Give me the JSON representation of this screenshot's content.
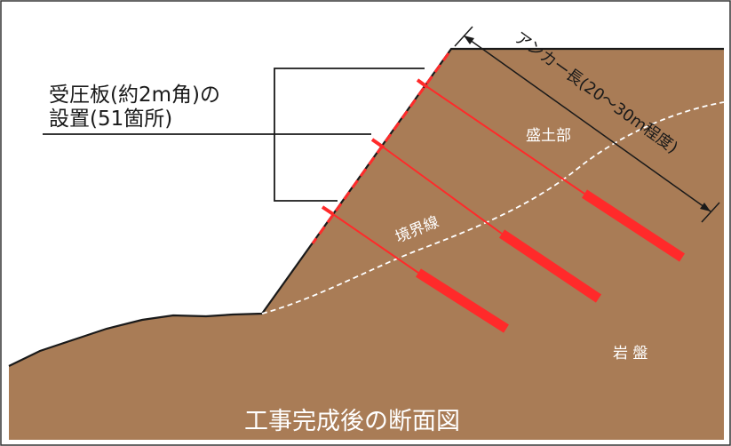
{
  "callout": {
    "line1": "受圧板(約2m角)の",
    "line2": "設置(51箇所)"
  },
  "labels": {
    "anchor_length": "アンカー長(20〜30m程度)",
    "fill_section": "盛土部",
    "boundary_line": "境界線",
    "bedrock": "岩 盤",
    "caption": "工事完成後の断面図"
  },
  "colors": {
    "soil": "#a97c56",
    "anchor": "#ff2a2a",
    "boundary": "#ffffff",
    "caption_text": "#ffffff",
    "outline": "#1a1a1a"
  }
}
